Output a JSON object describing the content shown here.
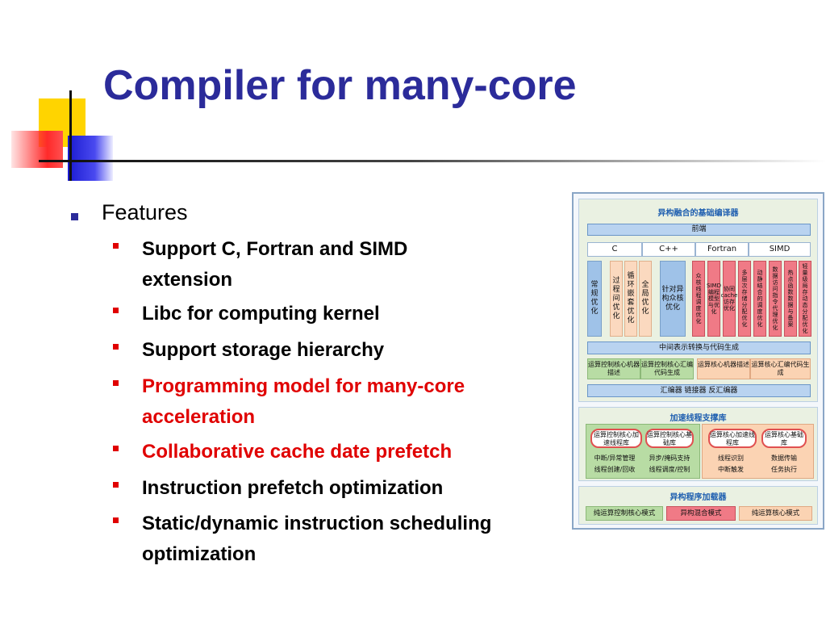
{
  "title": "Compiler for many-core",
  "bullets": {
    "top": "Features",
    "items": [
      {
        "text": "Support C, Fortran and SIMD extension",
        "highlight": false
      },
      {
        "text": "Libc for computing kernel",
        "highlight": false
      },
      {
        "text": "Support storage hierarchy",
        "highlight": false
      },
      {
        "text": "Programming model for many-core acceleration",
        "highlight": true
      },
      {
        "text": "Collaborative cache date prefetch",
        "highlight": true
      },
      {
        "text": "Instruction prefetch optimization",
        "highlight": false
      },
      {
        "text": "Static/dynamic instruction scheduling optimization",
        "highlight": false
      }
    ]
  },
  "colors": {
    "title": "#2b2b9a",
    "highlight": "#e00000",
    "bullet_top": "#2b2b9a"
  },
  "diagram": {
    "panel1": {
      "title": "异构融合的基础编译器",
      "frontend": "前端",
      "langs": [
        "C",
        "C++",
        "Fortran",
        "SIMD"
      ],
      "cols": [
        "常规优化",
        "过程间优化",
        "循环嵌套优化",
        "全局优化",
        "针对异构众核优化",
        "众核线程调度优化",
        "SIMD编程模型与优化",
        "协同cache访存优化",
        "多层次存储分配优化",
        "动静结合的调度优化",
        "数据访问指令代理优化",
        "热点函数数据与备案",
        "轻量级局存动态分配优化"
      ],
      "ir": "中间表示转换与代码生成",
      "cells": [
        "运算控制核心机器描述",
        "运算控制核心汇编代码生成",
        "运算核心机器描述",
        "运算核心汇编代码生成"
      ],
      "tools": "汇编器 链接器 反汇编器"
    },
    "panel2": {
      "title": "加速线程支撑库",
      "pills": [
        "运算控制核心加速线程库",
        "运算控制核心基础库",
        "运算核心加速线程库",
        "运算核心基础库"
      ],
      "texts": [
        "中断/异常管理",
        "线程创建/回收",
        "异步/掩码支持",
        "线程调度/控制",
        "线程识别",
        "中断触发",
        "数据传输",
        "任务执行"
      ]
    },
    "panel3": {
      "title": "异构程序加载器",
      "modes": [
        "纯运算控制核心模式",
        "异构混合模式",
        "纯运算核心模式"
      ]
    }
  }
}
